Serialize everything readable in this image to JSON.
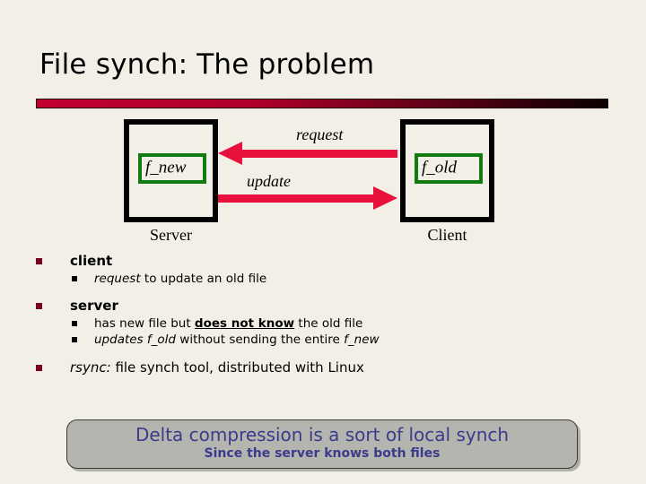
{
  "slide": {
    "title": "File synch: The problem",
    "accent_bar_from": "#c2002f",
    "accent_bar_to": "#0b0000",
    "background": "#f2f0e6"
  },
  "diagram": {
    "server": {
      "caption": "Server",
      "file_label": "f_new",
      "file_border_color": "#117a11"
    },
    "client": {
      "caption": "Client",
      "file_label": "f_old",
      "file_border_color": "#117a11"
    },
    "arrows": [
      {
        "name": "request",
        "label": "request",
        "direction": "right-to-left",
        "color": "#e8103c"
      },
      {
        "name": "update",
        "label": "update",
        "direction": "left-to-right",
        "color": "#e8103c"
      }
    ]
  },
  "bullets": {
    "client": {
      "label": "client",
      "sub": [
        {
          "italic": "request",
          "rest": " to update an old file"
        }
      ]
    },
    "server": {
      "label": "server",
      "sub_1": {
        "a": "has new file but ",
        "b": "does not know",
        "c": " the old file"
      },
      "sub_2": {
        "a": "updates f_old",
        "b": " without sending the entire ",
        "c": "f_new"
      }
    },
    "rsync": {
      "italic": "rsync:",
      "rest": "  file synch tool, distributed with Linux"
    }
  },
  "callout": {
    "main": "Delta compression is a sort of local synch",
    "sub": "Since the server knows both files",
    "fill": "#b5b5af",
    "text_color": "#3b3b8c"
  }
}
